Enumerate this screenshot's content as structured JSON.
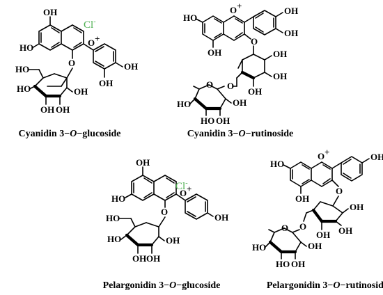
{
  "ion_color": "#4CAF50",
  "labels": {
    "oh": "OH",
    "ho": "HO",
    "o": "O",
    "o_plus": "O",
    "plus": "+",
    "chloride": "Cl",
    "minus": "-"
  },
  "compounds": [
    {
      "name_prefix": "Cyanidin 3−",
      "name_italic": "O",
      "name_suffix": "−glucoside"
    },
    {
      "name_prefix": "Cyanidin 3−",
      "name_italic": "O",
      "name_suffix": "−rutinoside"
    },
    {
      "name_prefix": "Pelargonidin 3−",
      "name_italic": "O",
      "name_suffix": "−glucoside"
    },
    {
      "name_prefix": "Pelargonidin 3−",
      "name_italic": "O",
      "name_suffix": "−rutinoside"
    }
  ]
}
